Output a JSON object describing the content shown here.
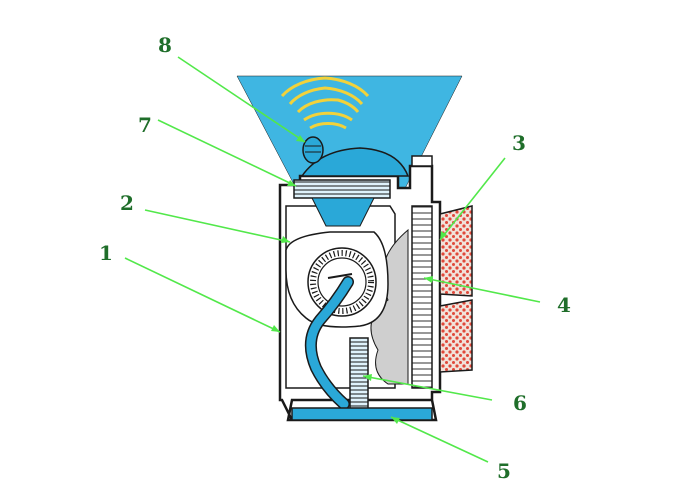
{
  "diagram": {
    "colors": {
      "outline": "#1a1a1a",
      "water": "#2aa8d8",
      "mist": "#5cc8ea",
      "housing_fill": "#ffffff",
      "baffle": "#cfcfcf",
      "filter_dots": "#e0483a",
      "filter_bg": "#f1e2da",
      "leader": "#52e84a",
      "label": "#1f6e2a",
      "ultrasonic_waves": "#f2d23a"
    },
    "callouts": [
      {
        "id": "1",
        "label": "1"
      },
      {
        "id": "2",
        "label": "2"
      },
      {
        "id": "3",
        "label": "3"
      },
      {
        "id": "4",
        "label": "4"
      },
      {
        "id": "5",
        "label": "5"
      },
      {
        "id": "6",
        "label": "6"
      },
      {
        "id": "7",
        "label": "7"
      },
      {
        "id": "8",
        "label": "8"
      }
    ]
  }
}
